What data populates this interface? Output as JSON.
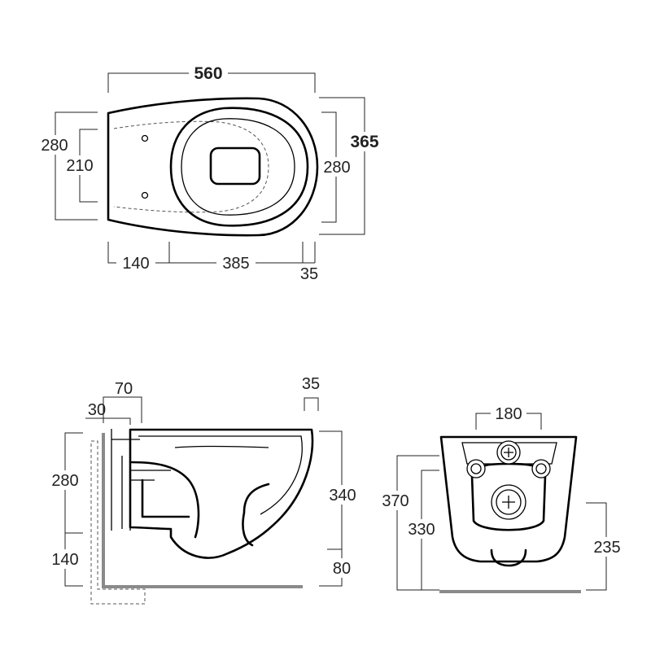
{
  "top_view": {
    "width_total": "560",
    "depth_total": "365",
    "depth_280_left": "280",
    "fixing_210": "210",
    "depth_280_right": "280",
    "offset_140": "140",
    "span_385": "385",
    "rim_35": "35"
  },
  "side_view": {
    "dim_70": "70",
    "dim_30": "30",
    "dim_35": "35",
    "height_280": "280",
    "height_140": "140",
    "height_340": "340",
    "height_80": "80"
  },
  "back_view": {
    "width_180": "180",
    "height_370": "370",
    "height_330": "330",
    "height_235": "235"
  }
}
